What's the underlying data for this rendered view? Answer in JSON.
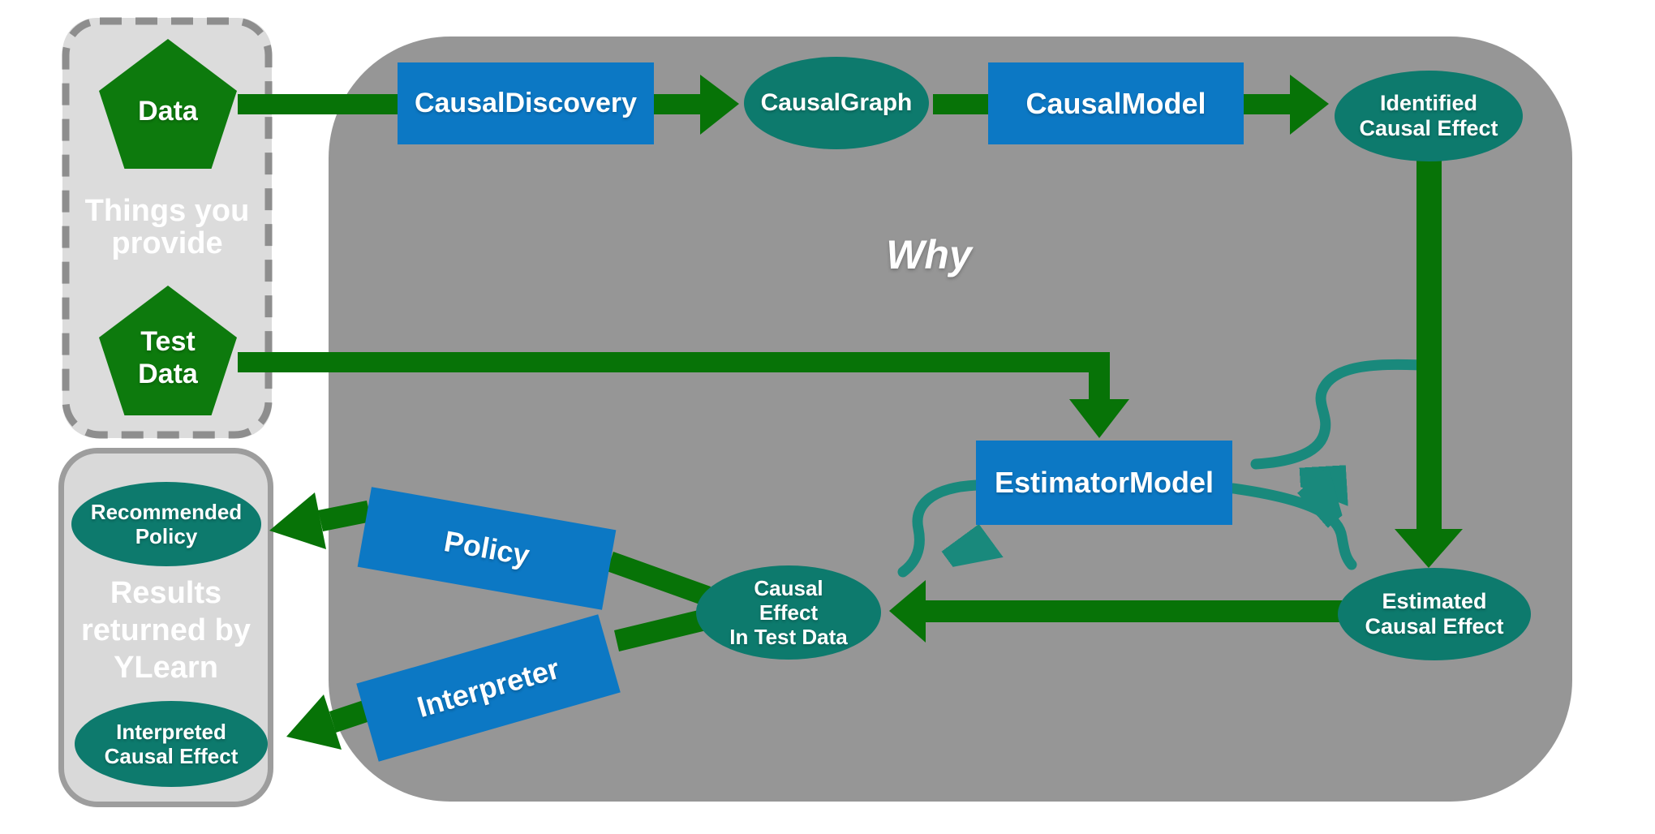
{
  "title": "Why",
  "colors": {
    "canvas_bg": "#ffffff",
    "main_panel_gray": "#969696",
    "side_panel_gray": "#dcdcdc",
    "dashed_border_gray": "#8e8e8e",
    "process_box_blue": "#0c78c4",
    "artifact_ellipse_teal": "#0d7a6d",
    "curved_arrow_teal": "#19897c",
    "arrow_green": "#077307",
    "pentagon_green": "#0d7a0d",
    "text_white": "#ffffff"
  },
  "panels": {
    "provide": {
      "lines": [
        "Things you",
        "provide"
      ]
    },
    "results": {
      "lines": [
        "Results",
        "returned by",
        "YLearn"
      ]
    }
  },
  "nodes": {
    "data": {
      "shape": "pentagon",
      "label": "Data"
    },
    "test_data": {
      "shape": "pentagon",
      "lines": [
        "Test",
        "Data"
      ]
    },
    "causal_discovery": {
      "shape": "rect",
      "label": "CausalDiscovery"
    },
    "causal_graph": {
      "shape": "ellipse",
      "label": "CausalGraph"
    },
    "causal_model": {
      "shape": "rect",
      "label": "CausalModel"
    },
    "identified_effect": {
      "shape": "ellipse",
      "lines": [
        "Identified",
        "Causal Effect"
      ]
    },
    "estimator_model": {
      "shape": "rect",
      "label": "EstimatorModel"
    },
    "estimated_effect": {
      "shape": "ellipse",
      "lines": [
        "Estimated",
        "Causal Effect"
      ]
    },
    "effect_test_data": {
      "shape": "ellipse",
      "lines": [
        "Causal",
        "Effect",
        "In Test Data"
      ]
    },
    "policy": {
      "shape": "rect",
      "label": "Policy"
    },
    "interpreter": {
      "shape": "rect",
      "label": "Interpreter"
    },
    "recommended_policy": {
      "shape": "ellipse",
      "lines": [
        "Recommended",
        "Policy"
      ]
    },
    "interpreted_effect": {
      "shape": "ellipse",
      "lines": [
        "Interpreted",
        "Causal Effect"
      ]
    }
  },
  "edges": [
    {
      "from": "data",
      "to": "causal_discovery",
      "style": "green-straight"
    },
    {
      "from": "causal_discovery",
      "to": "causal_graph",
      "style": "green-arrow"
    },
    {
      "from": "causal_graph",
      "to": "causal_model",
      "style": "green-straight"
    },
    {
      "from": "causal_model",
      "to": "identified_effect",
      "style": "green-arrow"
    },
    {
      "from": "identified_effect",
      "to": "estimated_effect",
      "style": "green-arrow-vertical"
    },
    {
      "from": "test_data",
      "to": "estimator_model",
      "style": "green-arrow-elbow"
    },
    {
      "from": "identified_effect",
      "to": "estimator_model",
      "style": "teal-curve"
    },
    {
      "from": "estimator_model",
      "to": "estimated_effect",
      "style": "teal-curve"
    },
    {
      "from": "estimator_model",
      "to": "effect_test_data",
      "style": "teal-curve"
    },
    {
      "from": "estimated_effect",
      "to": "effect_test_data",
      "style": "green-arrow"
    },
    {
      "from": "effect_test_data",
      "to": "policy",
      "style": "green-straight"
    },
    {
      "from": "policy",
      "to": "recommended_policy",
      "style": "green-arrow"
    },
    {
      "from": "effect_test_data",
      "to": "interpreter",
      "style": "green-straight"
    },
    {
      "from": "interpreter",
      "to": "interpreted_effect",
      "style": "green-arrow"
    }
  ]
}
